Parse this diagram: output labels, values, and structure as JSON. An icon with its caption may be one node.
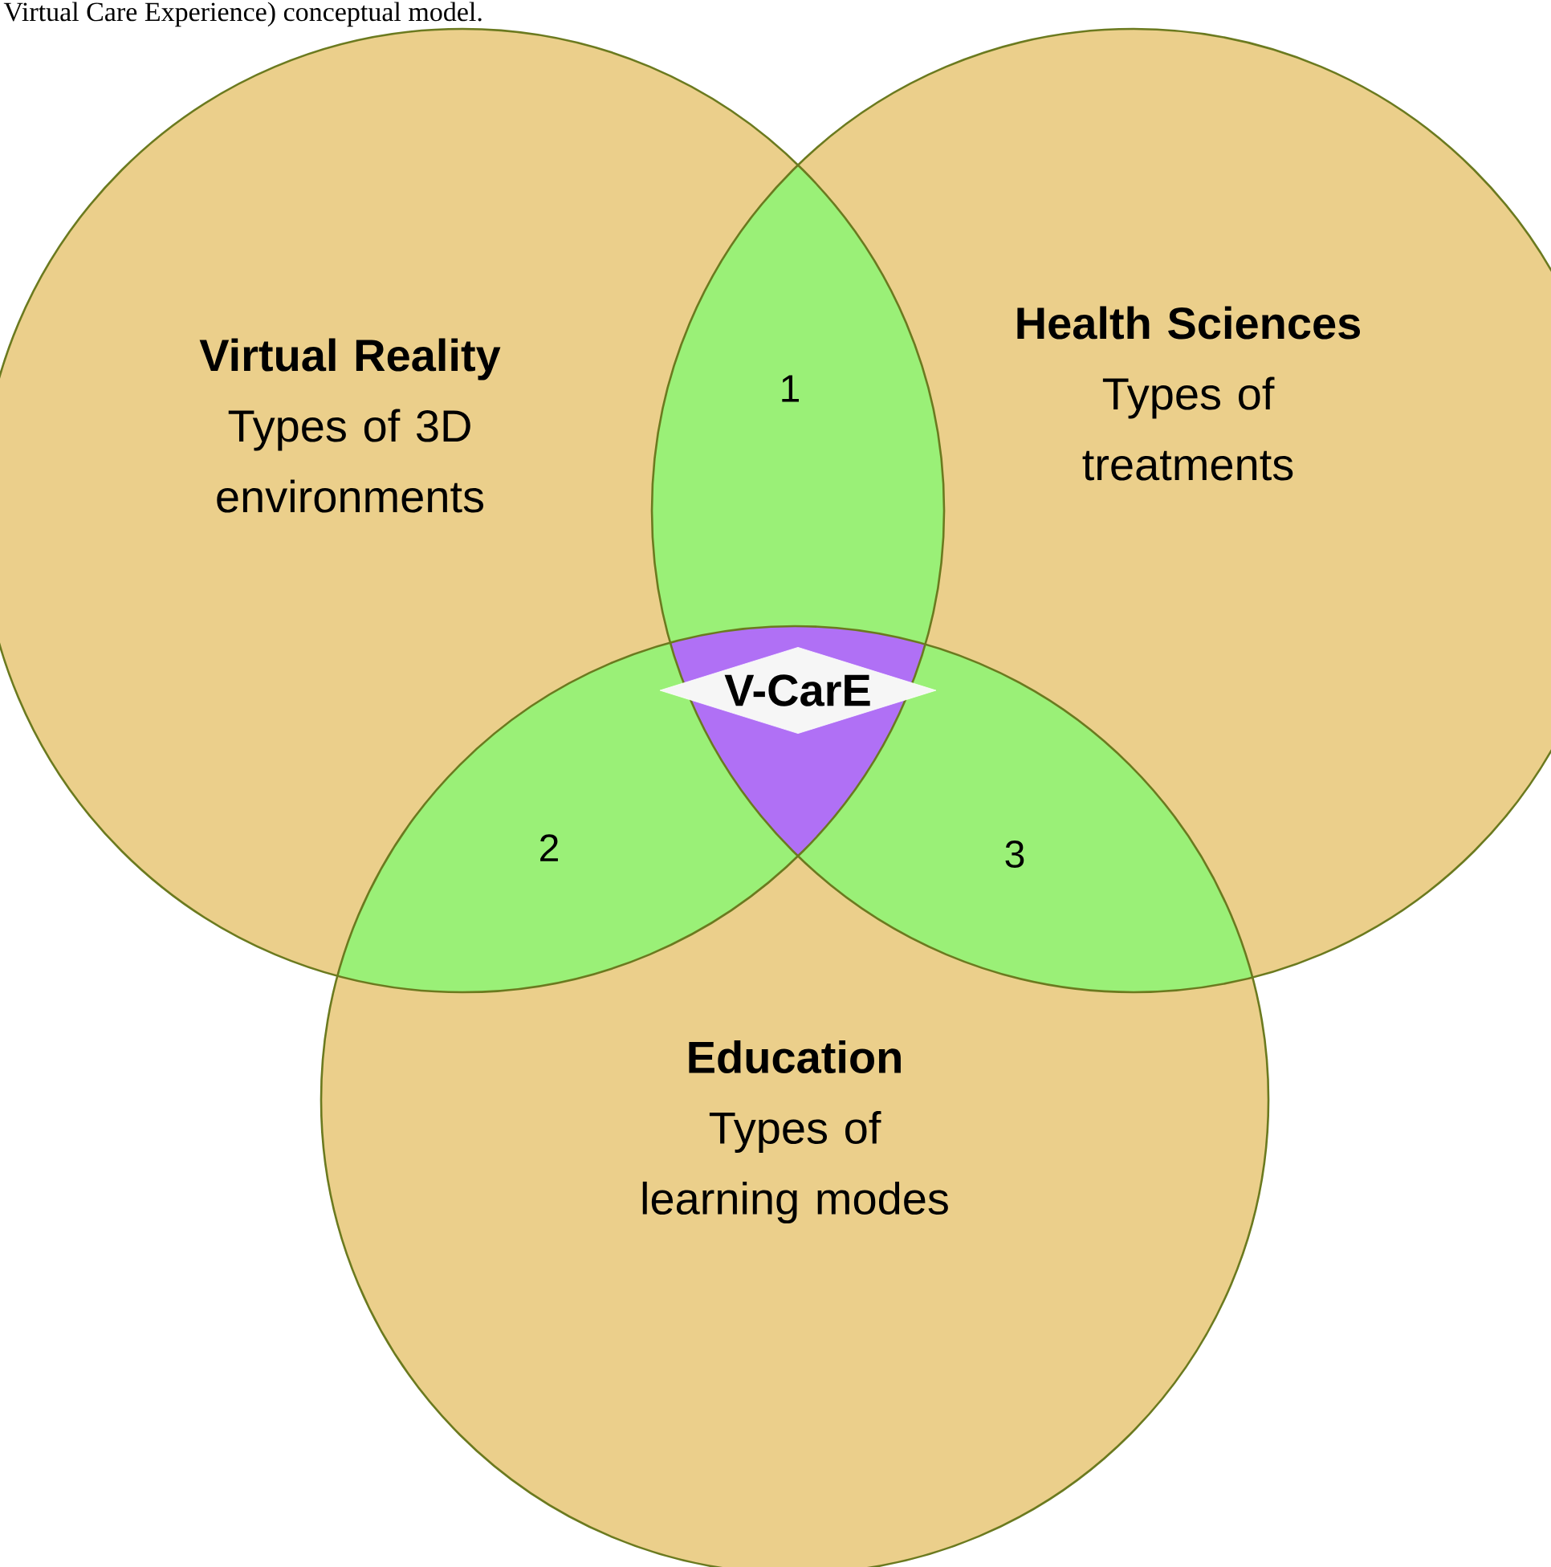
{
  "diagram": {
    "caption": "Virtual Care Experience) conceptual model.",
    "nodes": [
      {
        "text": [
          "Virtual Reality",
          "Types of 3D environments"
        ]
      },
      {
        "text": [
          "Health Sciences",
          "Types of treatments"
        ]
      },
      {
        "text": [
          "Education",
          "Types of learning modes"
        ]
      },
      {
        "text": [
          "V-CarE"
        ]
      }
    ],
    "labels": [
      "1",
      "2",
      "3"
    ]
  }
}
